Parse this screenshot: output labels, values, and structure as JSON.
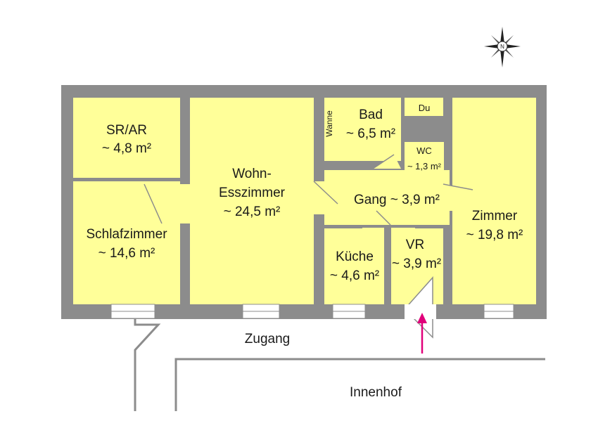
{
  "compass": {
    "letter": "N"
  },
  "rooms": {
    "sr_ar": {
      "name": "SR/AR",
      "area": "~ 4,8 m²"
    },
    "wohn": {
      "name1": "Wohn-",
      "name2": "Esszimmer",
      "area": "~ 24,5 m²"
    },
    "bad": {
      "name": "Bad",
      "area": "~ 6,5 m²"
    },
    "wanne": {
      "name": "Wanne"
    },
    "du": {
      "name": "Du"
    },
    "wc": {
      "name": "WC",
      "area": "~ 1,3 m²"
    },
    "gang": {
      "label": "Gang ~ 3,9 m²"
    },
    "zimmer": {
      "name": "Zimmer",
      "area": "~ 19,8 m²"
    },
    "schlaf": {
      "name": "Schlafzimmer",
      "area": "~ 14,6 m²"
    },
    "kueche": {
      "name": "Küche",
      "area": "~ 4,6 m²"
    },
    "vr": {
      "name": "VR",
      "area": "~ 3,9 m²"
    }
  },
  "outside": {
    "zugang": "Zugang",
    "innenhof": "Innenhof"
  },
  "colors": {
    "room": "#ffff99",
    "wall": "#8c8c8c",
    "entrance_arrow": "#e0007a"
  }
}
